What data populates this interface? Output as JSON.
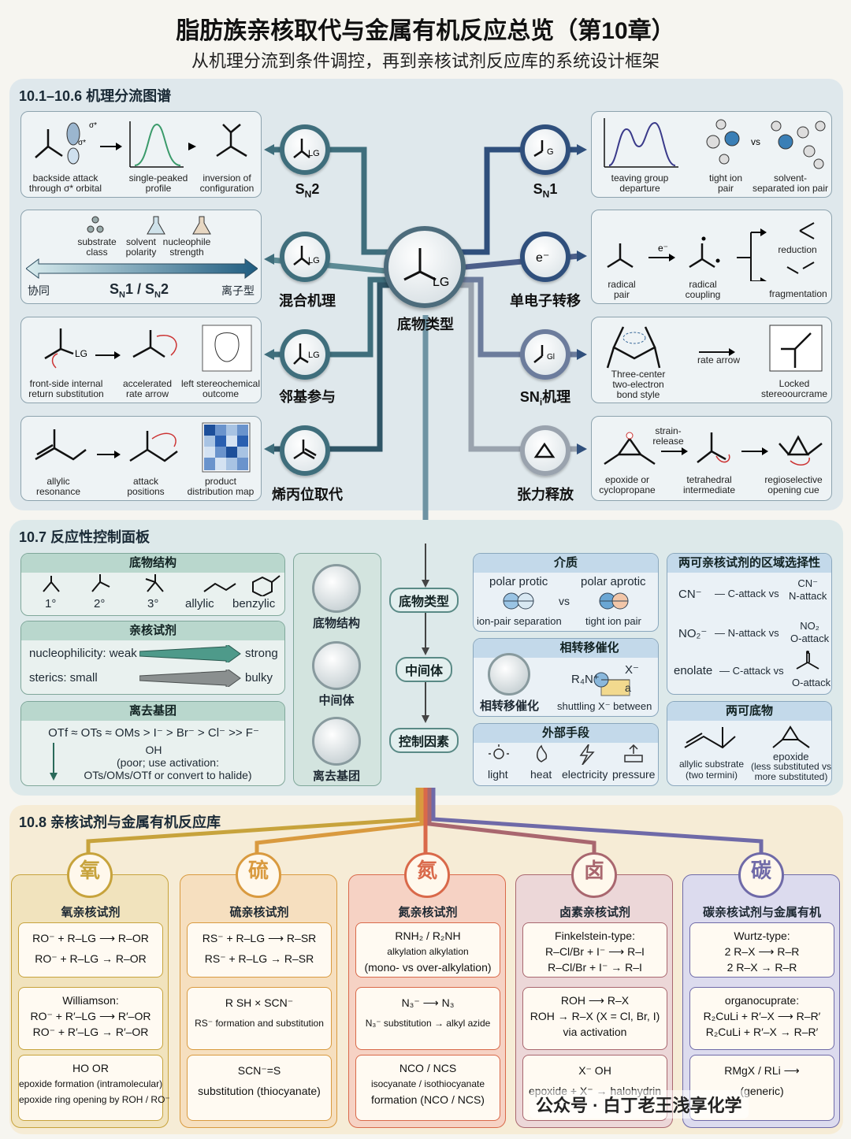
{
  "header": {
    "title": "脂肪族亲核取代与金属有机反应总览（第10章）",
    "subtitle": "从机理分流到条件调控，再到亲核试剂反应库的系统设计框架"
  },
  "sec1": {
    "title": "10.1–10.6 机理分流图谱",
    "center": {
      "label": "底物类型",
      "icon_text": "LG"
    },
    "left": [
      {
        "name": "SN2",
        "icon_text": "LG",
        "labels": [
          "backside attack\nthrough σ* orbital",
          "single-peaked\nprofile",
          "inversion of\nconfiguration"
        ]
      },
      {
        "name": "混合机理",
        "icon_text": "LG",
        "labels": [
          "substrate\nclass",
          "solvent\npolarity",
          "nucleophile\nstrength"
        ],
        "bar_left": "协同",
        "bar_mid": "SN1 / SN2",
        "bar_right": "离子型"
      },
      {
        "name": "邻基参与",
        "icon_text": "LG",
        "labels": [
          "front-side internal\nreturn substitution",
          "accelerated\nrate arrow",
          "left stereochemical\noutcome"
        ]
      },
      {
        "name": "烯丙位取代",
        "labels": [
          "allylic\nresonance",
          "attack\npositions",
          "product\ndistribution map"
        ]
      }
    ],
    "right": [
      {
        "name": "SN1",
        "icon_text": "G",
        "labels": [
          "teaving group\ndeparture",
          "tight ion\npair",
          "solvent-\nseparated ion pair"
        ],
        "vs": "vs"
      },
      {
        "name": "单电子转移",
        "icon_text": "e⁻",
        "labels": [
          "radical\npair",
          "radical\ncoupling",
          "reduction",
          "fragmentation"
        ],
        "arrow_text": "e⁻"
      },
      {
        "name": "SNi机理",
        "icon_text": "Gl",
        "labels": [
          "Three-center\ntwo-electron\nbond style",
          "rate arrow",
          "Locked\nstereoourcrame"
        ]
      },
      {
        "name": "张力释放",
        "labels": [
          "epoxide or\ncyclopropane",
          "strain-\nrelease",
          "tetrahedral\nintermediate",
          "regioselective\nopening cue"
        ]
      }
    ]
  },
  "sec2": {
    "title": "10.7 反应性控制面板",
    "substrate": {
      "title": "底物结构",
      "items": [
        "1°",
        "2°",
        "3°",
        "allylic",
        "benzylic"
      ]
    },
    "nucleophile": {
      "title": "亲核试剂",
      "row1_left": "nucleophilicity: weak",
      "row1_right": "strong",
      "row2_left": "sterics: small",
      "row2_right": "bulky"
    },
    "leaving": {
      "title": "离去基团",
      "order": "OTf ≈ OTs ≈ OMs > I⁻ > Br⁻ > Cl⁻ >> F⁻",
      "oh": "OH",
      "note": "(poor; use activation:\nOTs/OMs/OTf or convert to halide)"
    },
    "knobs": [
      "底物结构",
      "中间体",
      "离去基团"
    ],
    "flow": [
      "底物类型",
      "中间体",
      "控制因素"
    ],
    "medium": {
      "title": "介质",
      "left": "polar protic",
      "right": "polar aprotic",
      "vs": "vs",
      "left_sub": "ion-pair separation",
      "right_sub": "tight ion pair"
    },
    "ptc": {
      "title": "相转移催化",
      "knob": "相转移催化",
      "formula": "R₄N⁺",
      "x": "X⁻",
      "a": "a",
      "note": "shuttling X⁻ between"
    },
    "external": {
      "title": "外部手段",
      "items": [
        "light",
        "heat",
        "electricity",
        "pressure"
      ]
    },
    "ambident": {
      "title": "两可亲核试剂的区域选择性",
      "rows": [
        {
          "nu": "CN⁻",
          "mid": "— C-attack vs",
          "right": "CN⁻\nN-attack"
        },
        {
          "nu": "NO₂⁻",
          "mid": "— N-attack vs",
          "right": "NO₂\nO-attack"
        },
        {
          "nu": "enolate",
          "mid": "— C-attack vs",
          "right": "O-attack"
        }
      ]
    },
    "ambisub": {
      "title": "两可底物",
      "left": "allylic substrate\n(two termini)",
      "right_name": "epoxide",
      "right": "(less substituted vs\nmore substituted)"
    }
  },
  "sec3": {
    "title": "10.8 亲核试剂与金属有机反应库",
    "columns": [
      {
        "char": "氧",
        "title": "氧亲核试剂",
        "color": "#c7a33c",
        "bg": "#f1e3bd",
        "boxes": [
          {
            "lines": [
              "RO⁻ + R–LG ⟶ R–OR",
              "RO⁻ + R–LG → R–OR"
            ]
          },
          {
            "lines": [
              "Williamson:",
              "RO⁻ + R′–LG ⟶ R′–OR",
              "RO⁻ + R′–LG → R′–OR"
            ]
          },
          {
            "lines": [
              "HO      OR",
              "epoxide formation (intramolecular)",
              "epoxide ring opening by ROH / RO⁻"
            ]
          }
        ]
      },
      {
        "char": "硫",
        "title": "硫亲核试剂",
        "color": "#d99a3f",
        "bg": "#f6dfbf",
        "boxes": [
          {
            "lines": [
              "RS⁻ + R–LG ⟶ R–SR",
              "RS⁻ + R–LG → R–SR"
            ]
          },
          {
            "lines": [
              "R   SH    ×  SCN⁻",
              "RS⁻ formation and substitution"
            ]
          },
          {
            "lines": [
              "SCN⁻=S",
              "substitution (thiocyanate)"
            ]
          }
        ]
      },
      {
        "char": "氮",
        "title": "氮亲核试剂",
        "color": "#d9694a",
        "bg": "#f6d2c4",
        "boxes": [
          {
            "lines": [
              "RNH₂ / R₂NH",
              "alkylation        alkylation",
              "(mono- vs over-alkylation)"
            ]
          },
          {
            "lines": [
              "N₃⁻ ⟶ N₃",
              "N₃⁻ substitution → alkyl azide"
            ]
          },
          {
            "lines": [
              "NCO   /   NCS",
              "isocyanate / isothiocyanate",
              "formation (NCO / NCS)"
            ]
          }
        ]
      },
      {
        "char": "卤",
        "title": "卤素亲核试剂",
        "color": "#a9676f",
        "bg": "#ecd7d8",
        "boxes": [
          {
            "lines": [
              "Finkelstein-type:",
              "R–Cl/Br + I⁻ ⟶ R–I",
              "R–Cl/Br + I⁻ → R–I"
            ]
          },
          {
            "lines": [
              "ROH ⟶ R–X",
              "ROH → R–X (X = Cl, Br, I)",
              "via activation"
            ]
          },
          {
            "lines": [
              "X⁻         OH",
              "epoxide + X⁻ → halohydrin"
            ]
          }
        ]
      },
      {
        "char": "碳",
        "title": "碳亲核试剂与金属有机",
        "color": "#6f6aa8",
        "bg": "#dcdbee",
        "boxes": [
          {
            "lines": [
              "Wurtz-type:",
              "2 R–X ⟶ R–R",
              "2 R–X → R–R"
            ]
          },
          {
            "lines": [
              "organocuprate:",
              "R₂CuLi + R′–X ⟶ R–R′",
              "R₂CuLi + R′–X → R–R′"
            ]
          },
          {
            "lines": [
              "RMgX / RLi ⟶",
              "(generic)"
            ]
          }
        ]
      }
    ]
  },
  "watermark": "公众号 · 白丁老王浅享化学",
  "colors": {
    "sec1": "#dfe8ec",
    "sec2": "#dde9ea",
    "sec3": "#f6ecd6",
    "line_blue": "#3f6e7c",
    "line_orange": "#e29a3e"
  }
}
